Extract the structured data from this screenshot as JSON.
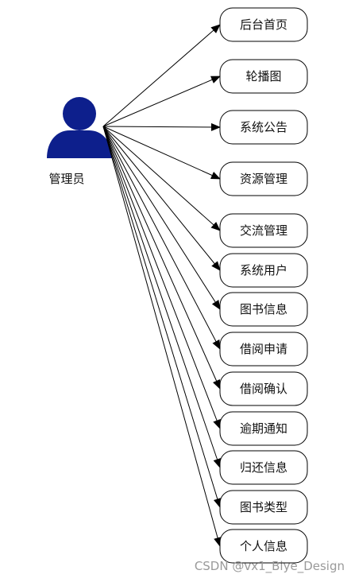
{
  "actor": {
    "label": "管理员",
    "icon": "user-icon",
    "color": "#0d1f8c"
  },
  "nodes": [
    "后台首页",
    "轮播图",
    "系统公告",
    "资源管理",
    "交流管理",
    "系统用户",
    "图书信息",
    "借阅申请",
    "借阅确认",
    "逾期通知",
    "归还信息",
    "图书类型",
    "个人信息"
  ],
  "watermark": "CSDN @vx1_Biye_Design"
}
